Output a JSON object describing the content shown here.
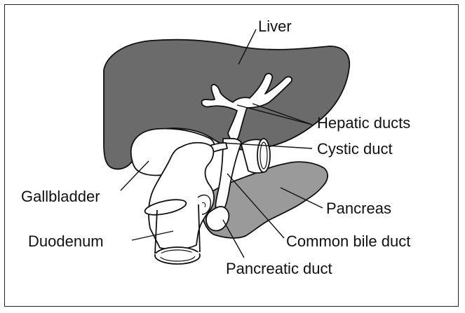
{
  "labels": {
    "liver": "Liver",
    "hepatic_ducts": "Hepatic ducts",
    "cystic_duct": "Cystic duct",
    "gallbladder": "Gallbladder",
    "pancreas": "Pancreas",
    "duodenum": "Duodenum",
    "common_bile_duct": "Common bile duct",
    "pancreatic_duct": "Pancreatic duct"
  },
  "colors": {
    "liver": "#6b6b6b",
    "pancreas": "#9a9a9a",
    "ducts_and_gallbladder": "#ffffff",
    "outline": "#111111"
  }
}
